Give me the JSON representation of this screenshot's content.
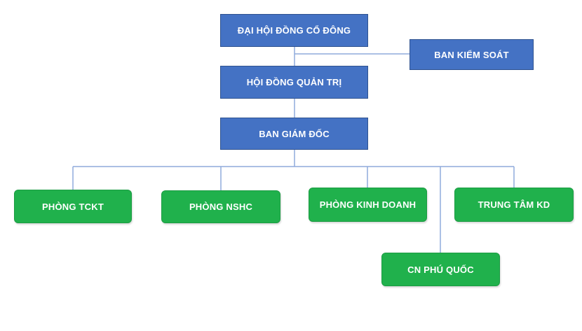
{
  "nodes": {
    "dai_hoi_dong_co_dong": "ĐẠI HỘI ĐỒNG CỔ ĐÔNG",
    "ban_kiem_soat": "BAN KIỂM SOÁT",
    "hoi_dong_quan_tri": "HỘI ĐỒNG QUẢN TRỊ",
    "ban_giam_doc": "BAN GIÁM ĐỐC",
    "phong_tckt": "PHÒNG TCKT",
    "phong_nshc": "PHÒNG NSHC",
    "phong_kinh_doanh": "PHÒNG KINH DOANH",
    "trung_tam_kd": "TRUNG TÂM KD",
    "cn_phu_quoc": "CN PHÚ QUỐC"
  },
  "colors": {
    "board_fill": "#4472c4",
    "department_fill": "#20b14c",
    "connector": "#8faadc"
  }
}
